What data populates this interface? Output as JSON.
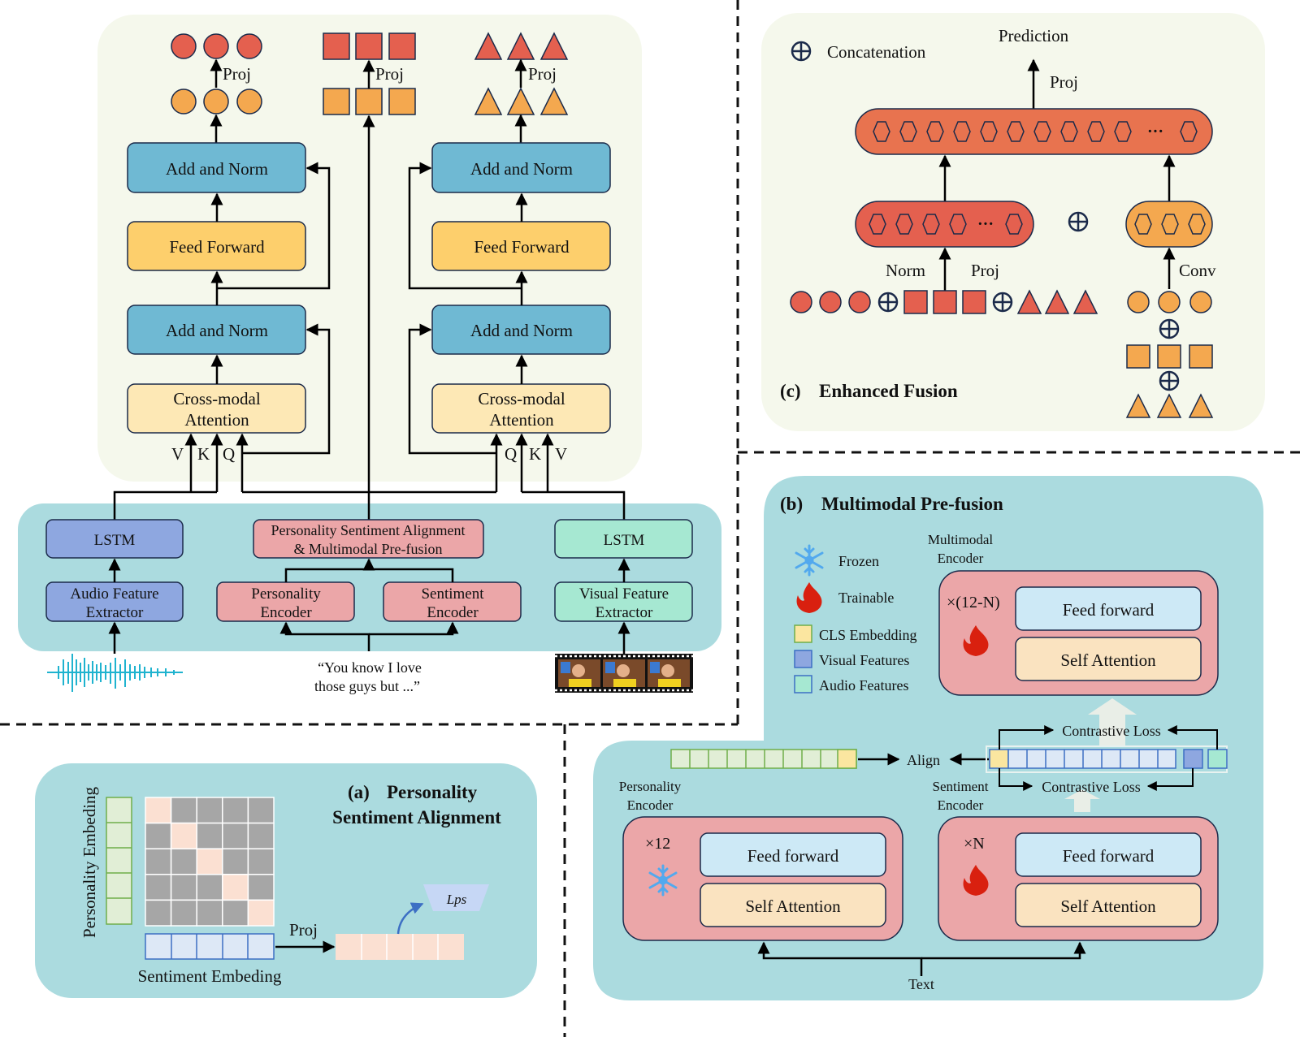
{
  "main": {
    "output_proj_labels": [
      "Proj",
      "Proj",
      "Proj"
    ],
    "left_stack": {
      "add_norm_top": "Add and Norm",
      "feed_forward": "Feed Forward",
      "add_norm_bottom": "Add and Norm",
      "cross_modal_line1": "Cross-modal",
      "cross_modal_line2": "Attention",
      "inputs": [
        "V",
        "K",
        "Q"
      ]
    },
    "right_stack": {
      "add_norm_top": "Add and Norm",
      "feed_forward": "Feed Forward",
      "add_norm_bottom": "Add and Norm",
      "cross_modal_line1": "Cross-modal",
      "cross_modal_line2": "Attention",
      "inputs": [
        "Q",
        "K",
        "V"
      ]
    },
    "encoders": {
      "audio_lstm": "LSTM",
      "audio_extractor_line1": "Audio Feature",
      "audio_extractor_line2": "Extractor",
      "psa_line1": "Personality Sentiment Alignment",
      "psa_line2": "& Multimodal Pre-fusion",
      "personality_encoder_line1": "Personality",
      "personality_encoder_line2": "Encoder",
      "sentiment_encoder_line1": "Sentiment",
      "sentiment_encoder_line2": "Encoder",
      "visual_lstm": "LSTM",
      "visual_extractor_line1": "Visual Feature",
      "visual_extractor_line2": "Extractor"
    },
    "text_input_line1": "“You know I love",
    "text_input_line2": "those guys but ...”"
  },
  "panel_c": {
    "legend_label": "Concatenation",
    "prediction": "Prediction",
    "proj_top": "Proj",
    "norm": "Norm",
    "proj": "Proj",
    "conv": "Conv",
    "ellipsis": "···",
    "title_prefix": "(c)",
    "title": "Enhanced Fusion"
  },
  "panel_b": {
    "title_prefix": "(b)",
    "title": "Multimodal Pre-fusion",
    "legend": {
      "frozen": "Frozen",
      "trainable": "Trainable",
      "cls": "CLS Embedding",
      "visual": "Visual Features",
      "audio": "Audio Features"
    },
    "multimodal_encoder_line1": "Multimodal",
    "multimodal_encoder_line2": "Encoder",
    "multimodal_repeat": "×(12-N)",
    "feed_forward": "Feed forward",
    "self_attention": "Self Attention",
    "contrastive_top": "Contrastive Loss",
    "contrastive_bottom": "Contrastive Loss",
    "align": "Align",
    "personality_encoder_line1": "Personality",
    "personality_encoder_line2": "Encoder",
    "sentiment_encoder_line1": "Sentiment",
    "sentiment_encoder_line2": "Encoder",
    "personality_repeat": "×12",
    "sentiment_repeat": "×N",
    "text": "Text"
  },
  "panel_a": {
    "title_prefix": "(a)",
    "title_line1": "Personality",
    "title_line2": "Sentiment Alignment",
    "personality_embedding": "Personality Embeding",
    "sentiment_embedding": "Sentiment Embeding",
    "proj": "Proj",
    "loss": "Lps"
  },
  "colors": {
    "top_panel_bg": "#f5f8ec",
    "teal_panel_bg": "#abdbdf",
    "add_norm": "#6fb9d3",
    "feed_forward": "#fdcf6c",
    "cross_modal": "#fde8b5",
    "audio_box": "#8ea7e0",
    "pink_box": "#eba6a8",
    "visual_box": "#a6e8d2",
    "red_token": "#e4604f",
    "orange_token": "#f4a84f",
    "fused_bar": "#e8734f",
    "stroke": "#1b2a4a"
  }
}
